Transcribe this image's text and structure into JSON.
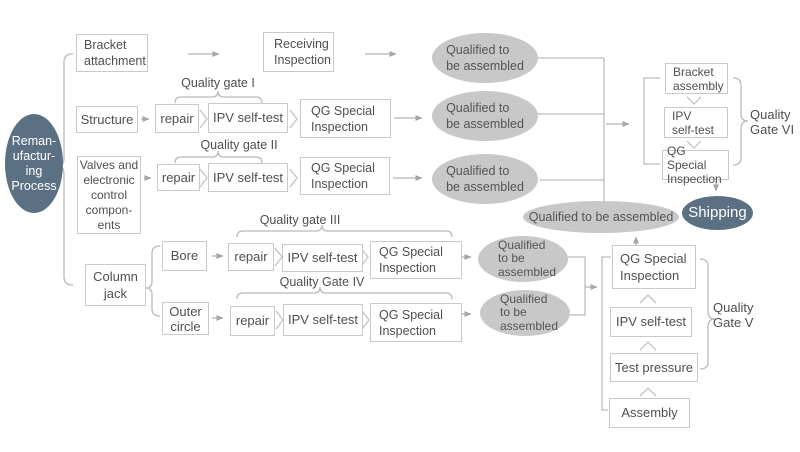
{
  "colors": {
    "dark_node_fill": "#5b7183",
    "dark_node_text": "#ffffff",
    "gray_node_fill": "#c8c8c8",
    "box_border": "#c9c9c9",
    "text": "#4f4f4f",
    "connector": "#b5b5b5"
  },
  "nodes": {
    "process": "Reman-\nufactur-\ning\nProcess",
    "bracket_attachment": "Bracket\nattachment",
    "receiving_inspection": "Receiving\nInspection",
    "structure": "Structure",
    "valves": "Valves and\nelectronic\ncontrol\ncompon-\nents",
    "column_jack": "Column\njack",
    "bore": "Bore",
    "outer_circle": "Outer\ncircle",
    "repair": "repair",
    "ipv_self_test": "IPV self-test",
    "ipv_self_test_2line": "IPV\nself-test",
    "qg_special_inspection": "QG Special\nInspection",
    "bracket_assembly": "Bracket\nassembly",
    "test_pressure": "Test pressure",
    "assembly": "Assembly",
    "shipping": "Shipping",
    "qualified_two_line": "Qualified to\nbe assembled",
    "qualified_three_line": "Qualified\nto be\nassembled",
    "qualified_one_line": "Qualified to be assembled"
  },
  "gate_labels": {
    "gate1": "Quality gate I",
    "gate2": "Quality gate II",
    "gate3": "Quality gate III",
    "gate4": "Quality Gate IV",
    "gate5": "Quality\nGate V",
    "gate6": "Quality\nGate VI"
  }
}
